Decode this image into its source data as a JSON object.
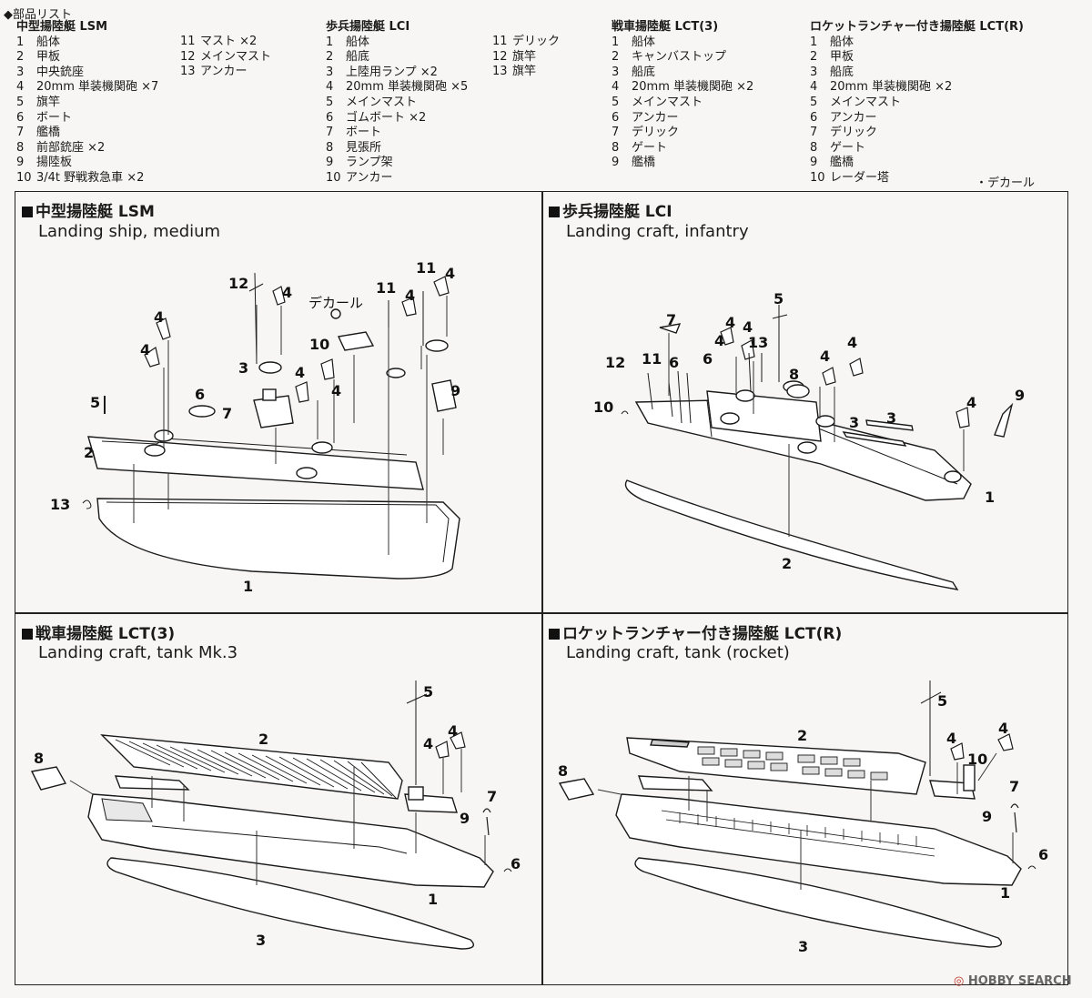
{
  "parts_list": {
    "title": "◆部品リスト",
    "lsm": {
      "heading": "中型揚陸艇 LSM",
      "items": [
        {
          "no": "1",
          "name": "船体"
        },
        {
          "no": "2",
          "name": "甲板"
        },
        {
          "no": "3",
          "name": "中央銃座"
        },
        {
          "no": "4",
          "name": "20mm 単装機関砲 ×7"
        },
        {
          "no": "5",
          "name": "旗竿"
        },
        {
          "no": "6",
          "name": "ボート"
        },
        {
          "no": "7",
          "name": "艦橋"
        },
        {
          "no": "8",
          "name": "前部銃座 ×2"
        },
        {
          "no": "9",
          "name": "揚陸板"
        },
        {
          "no": "10",
          "name": "3/4t 野戦救急車 ×2"
        }
      ],
      "items2": [
        {
          "no": "11",
          "name": "マスト ×2"
        },
        {
          "no": "12",
          "name": "メインマスト"
        },
        {
          "no": "13",
          "name": "アンカー"
        }
      ]
    },
    "lci": {
      "heading": "歩兵揚陸艇 LCI",
      "items": [
        {
          "no": "1",
          "name": "船体"
        },
        {
          "no": "2",
          "name": "船底"
        },
        {
          "no": "3",
          "name": "上陸用ランプ ×2"
        },
        {
          "no": "4",
          "name": "20mm 単装機関砲 ×5"
        },
        {
          "no": "5",
          "name": "メインマスト"
        },
        {
          "no": "6",
          "name": "ゴムボート ×2"
        },
        {
          "no": "7",
          "name": "ボート"
        },
        {
          "no": "8",
          "name": "見張所"
        },
        {
          "no": "9",
          "name": "ランプ架"
        },
        {
          "no": "10",
          "name": "アンカー"
        }
      ],
      "items2": [
        {
          "no": "11",
          "name": "デリック"
        },
        {
          "no": "12",
          "name": "旗竿"
        },
        {
          "no": "13",
          "name": "旗竿"
        }
      ]
    },
    "lct3": {
      "heading": "戦車揚陸艇 LCT(3)",
      "items": [
        {
          "no": "1",
          "name": "船体"
        },
        {
          "no": "2",
          "name": "キャンバストップ"
        },
        {
          "no": "3",
          "name": "船底"
        },
        {
          "no": "4",
          "name": "20mm 単装機関砲 ×2"
        },
        {
          "no": "5",
          "name": "メインマスト"
        },
        {
          "no": "6",
          "name": "アンカー"
        },
        {
          "no": "7",
          "name": "デリック"
        },
        {
          "no": "8",
          "name": "ゲート"
        },
        {
          "no": "9",
          "name": "艦橋"
        }
      ]
    },
    "lctr": {
      "heading": "ロケットランチャー付き揚陸艇 LCT(R)",
      "items": [
        {
          "no": "1",
          "name": "船体"
        },
        {
          "no": "2",
          "name": "甲板"
        },
        {
          "no": "3",
          "name": "船底"
        },
        {
          "no": "4",
          "name": "20mm 単装機関砲 ×2"
        },
        {
          "no": "5",
          "name": "メインマスト"
        },
        {
          "no": "6",
          "name": "アンカー"
        },
        {
          "no": "7",
          "name": "デリック"
        },
        {
          "no": "8",
          "name": "ゲート"
        },
        {
          "no": "9",
          "name": "艦橋"
        },
        {
          "no": "10",
          "name": "レーダー塔"
        }
      ]
    },
    "decal_note": "・デカール"
  },
  "panels": {
    "lsm": {
      "title": "中型揚陸艇 LSM",
      "subtitle": "Landing ship, medium",
      "decal_label": "デカール"
    },
    "lci": {
      "title": "歩兵揚陸艇 LCI",
      "subtitle": "Landing craft, infantry"
    },
    "lct3": {
      "title": "戦車揚陸艇 LCT(3)",
      "subtitle": "Landing craft, tank Mk.3"
    },
    "lctr": {
      "title": "ロケットランチャー付き揚陸艇 LCT(R)",
      "subtitle": "Landing craft, tank (rocket)"
    }
  },
  "watermark": {
    "logo": "◎",
    "text": "HOBBY SEARCH"
  }
}
